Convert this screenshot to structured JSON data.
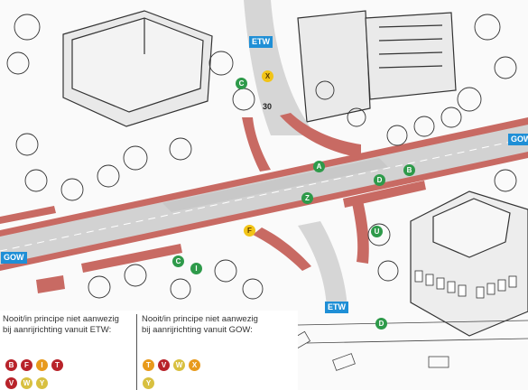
{
  "labels": {
    "etw_top": "ETW",
    "etw_bottom": "ETW",
    "gow_left": "GOW",
    "gow_right": "GOW",
    "speed": "30"
  },
  "markers": [
    {
      "id": "x",
      "letter": "X",
      "color": "yellow"
    },
    {
      "id": "c-top",
      "letter": "C",
      "color": "green"
    },
    {
      "id": "a",
      "letter": "A",
      "color": "green"
    },
    {
      "id": "d-mid",
      "letter": "D",
      "color": "green"
    },
    {
      "id": "b",
      "letter": "B",
      "color": "green"
    },
    {
      "id": "z",
      "letter": "Z",
      "color": "green"
    },
    {
      "id": "f",
      "letter": "F",
      "color": "yellow"
    },
    {
      "id": "u",
      "letter": "U",
      "color": "green"
    },
    {
      "id": "c-left",
      "letter": "C",
      "color": "green"
    },
    {
      "id": "i",
      "letter": "I",
      "color": "green"
    },
    {
      "id": "d-bottom",
      "letter": "D",
      "color": "green"
    }
  ],
  "legend": {
    "left_title_1": "Nooit/in principe niet aanwezig",
    "left_title_2": "bij aanrijrichting vanuit ETW:",
    "left_row1": [
      "B",
      "F",
      "I",
      "T"
    ],
    "left_row2": [
      "V",
      "W",
      "Y"
    ],
    "right_title_1": "Nooit/in principe niet aanwezig",
    "right_title_2": "bij aanrijrichting vanuit GOW:",
    "right_row1": [
      "T",
      "V",
      "W",
      "X"
    ],
    "right_row2": [
      "Y"
    ]
  },
  "colors": {
    "cycle_path": "#c86a63",
    "road": "#d2d2d2",
    "label_blue": "#1f8fd6",
    "marker_green": "#2e9a4a",
    "marker_yellow": "#f2c417",
    "marker_red": "#b8232a",
    "marker_orange": "#e89a1c"
  }
}
